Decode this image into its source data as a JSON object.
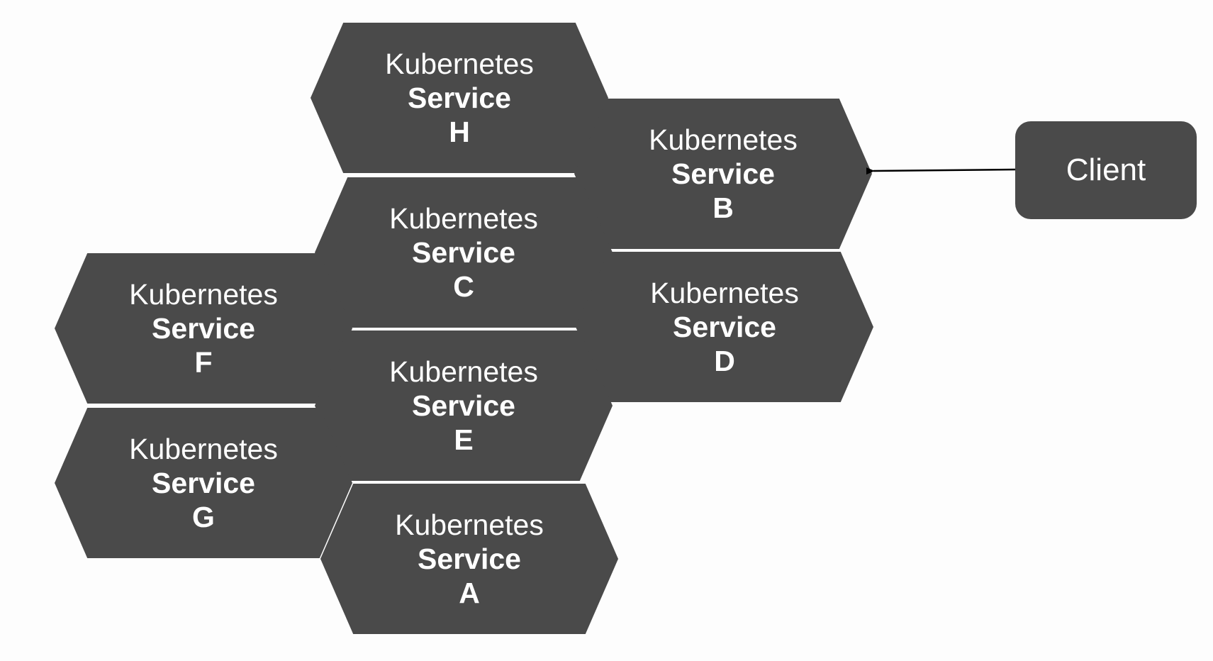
{
  "services": [
    {
      "id": "H",
      "line1": "Kubernetes",
      "line2": "Service",
      "line3": "H"
    },
    {
      "id": "B",
      "line1": "Kubernetes",
      "line2": "Service",
      "line3": "B"
    },
    {
      "id": "C",
      "line1": "Kubernetes",
      "line2": "Service",
      "line3": "C"
    },
    {
      "id": "D",
      "line1": "Kubernetes",
      "line2": "Service",
      "line3": "D"
    },
    {
      "id": "F",
      "line1": "Kubernetes",
      "line2": "Service",
      "line3": "F"
    },
    {
      "id": "E",
      "line1": "Kubernetes",
      "line2": "Service",
      "line3": "E"
    },
    {
      "id": "G",
      "line1": "Kubernetes",
      "line2": "Service",
      "line3": "G"
    },
    {
      "id": "A",
      "line1": "Kubernetes",
      "line2": "Service",
      "line3": "A"
    }
  ],
  "client": {
    "label": "Client"
  },
  "edges": [
    {
      "from": "Client",
      "to": "B"
    }
  ],
  "colors": {
    "node_fill": "#4a4a4a",
    "node_text": "#ffffff",
    "background": "#fdfdfd",
    "arrow": "#000000"
  }
}
